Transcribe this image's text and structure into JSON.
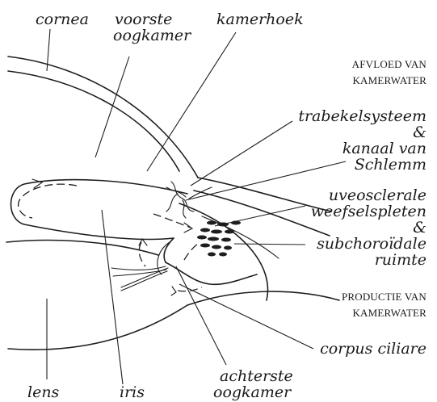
{
  "labels": {
    "cornea": "cornea",
    "voorste_line1": "voorste",
    "voorste_line2": "oogkamer",
    "kamerhoek": "kamerhoek",
    "afvloed_line1": "AFVLOED VAN",
    "afvloed_line2": "KAMERWATER",
    "trabekel": "trabekelsysteem",
    "amp1": "&",
    "kanaal_line1": "kanaal van",
    "kanaal_line2": "Schlemm",
    "uveo_line1": "uveosclerale",
    "uveo_line2": "weefselspleten",
    "amp2": "&",
    "subch_line1": "subchoroïdale",
    "subch_line2": "ruimte",
    "productie_line1": "PRODUCTIE VAN",
    "productie_line2": "KAMERWATER",
    "corpus": "corpus ciliare",
    "lens": "lens",
    "iris": "iris",
    "achterste_line1": "achterste",
    "achterste_line2": "oogkamer"
  },
  "colors": {
    "ink": "#1e1e1e",
    "background": "#ffffff"
  }
}
